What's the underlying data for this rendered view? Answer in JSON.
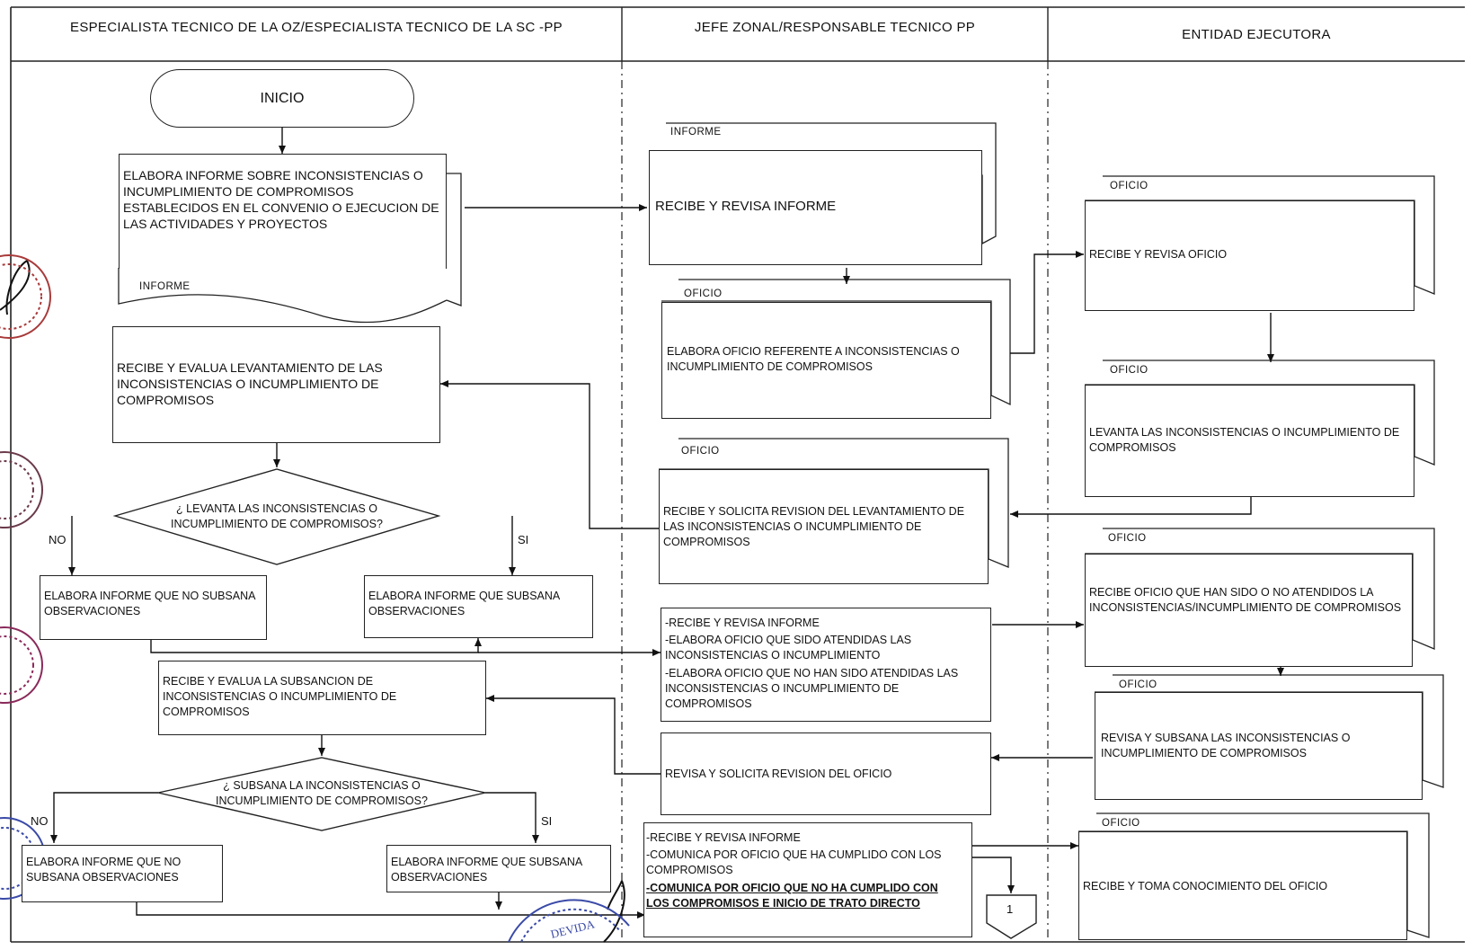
{
  "lanes": {
    "lane1": "ESPECIALISTA TECNICO DE LA OZ/ESPECIALISTA TECNICO DE LA SC -PP",
    "lane2": "JEFE ZONAL/RESPONSABLE TECNICO PP",
    "lane3": "ENTIDAD EJECUTORA"
  },
  "start": "INICIO",
  "doc_tags": {
    "informe": "INFORME",
    "oficio": "OFICIO"
  },
  "lane1_steps": {
    "elabora_informe": "ELABORA INFORME SOBRE INCONSISTENCIAS O INCUMPLIMIENTO DE COMPROMISOS ESTABLECIDOS EN EL CONVENIO O EJECUCION DE LAS ACTIVIDADES Y PROYECTOS",
    "recibe_evalua": "RECIBE Y EVALUA LEVANTAMIENTO DE LAS INCONSISTENCIAS O INCUMPLIMIENTO DE COMPROMISOS",
    "decision1": "¿ LEVANTA LAS INCONSISTENCIAS O INCUMPLIMIENTO DE COMPROMISOS?",
    "no_subsana_1": "ELABORA INFORME QUE NO SUBSANA OBSERVACIONES",
    "subsana_1": "ELABORA INFORME QUE SUBSANA OBSERVACIONES",
    "recibe_evalua_subsanacion": "RECIBE Y EVALUA LA SUBSANCION DE INCONSISTENCIAS O INCUMPLIMIENTO DE COMPROMISOS",
    "decision2": "¿ SUBSANA LA INCONSISTENCIAS O INCUMPLIMIENTO DE COMPROMISOS?",
    "no_subsana_2": "ELABORA INFORME QUE NO SUBSANA OBSERVACIONES",
    "subsana_2": "ELABORA INFORME QUE SUBSANA OBSERVACIONES",
    "no": "NO",
    "si": "SI"
  },
  "lane2_steps": {
    "recibe_revisa_informe": "RECIBE Y REVISA INFORME",
    "elabora_oficio": "ELABORA OFICIO REFERENTE A INCONSISTENCIAS O INCUMPLIMIENTO DE COMPROMISOS",
    "recibe_solicita_revision": "RECIBE Y SOLICITA REVISION DEL LEVANTAMIENTO DE LAS INCONSISTENCIAS O INCUMPLIMIENTO DE COMPROMISOS",
    "multi_1": "-RECIBE Y REVISA INFORME",
    "multi_2": "-ELABORA OFICIO QUE SIDO ATENDIDAS LAS INCONSISTENCIAS O INCUMPLIMIENTO",
    "multi_3": "-ELABORA OFICIO QUE NO HAN SIDO ATENDIDAS LAS INCONSISTENCIAS O INCUMPLIMIENTO DE COMPROMISOS",
    "revisa_solicita": "REVISA Y SOLICITA REVISION DEL OFICIO",
    "final_1": "-RECIBE Y REVISA INFORME",
    "final_2": "-COMUNICA POR OFICIO QUE HA CUMPLIDO CON LOS COMPROMISOS",
    "final_3": "-COMUNICA POR OFICIO QUE NO HA CUMPLIDO CON LOS COMPROMISOS E INICIO DE TRATO DIRECTO",
    "connector": "1"
  },
  "lane3_steps": {
    "recibe_revisa_oficio": "RECIBE Y REVISA OFICIO",
    "levanta": "LEVANTA LAS INCONSISTENCIAS O INCUMPLIMIENTO DE COMPROMISOS",
    "recibe_oficio_atendidos": "RECIBE OFICIO QUE HAN SIDO O NO ATENDIDOS LA INCONSISTENCIAS/INCUMPLIMIENTO DE COMPROMISOS",
    "revisa_subsana": "REVISA Y SUBSANA LAS INCONSISTENCIAS O INCUMPLIMIENTO DE COMPROMISOS",
    "recibe_toma": "RECIBE Y TOMA CONOCIMIENTO DEL OFICIO"
  },
  "stamp_text": "DEVIDA"
}
